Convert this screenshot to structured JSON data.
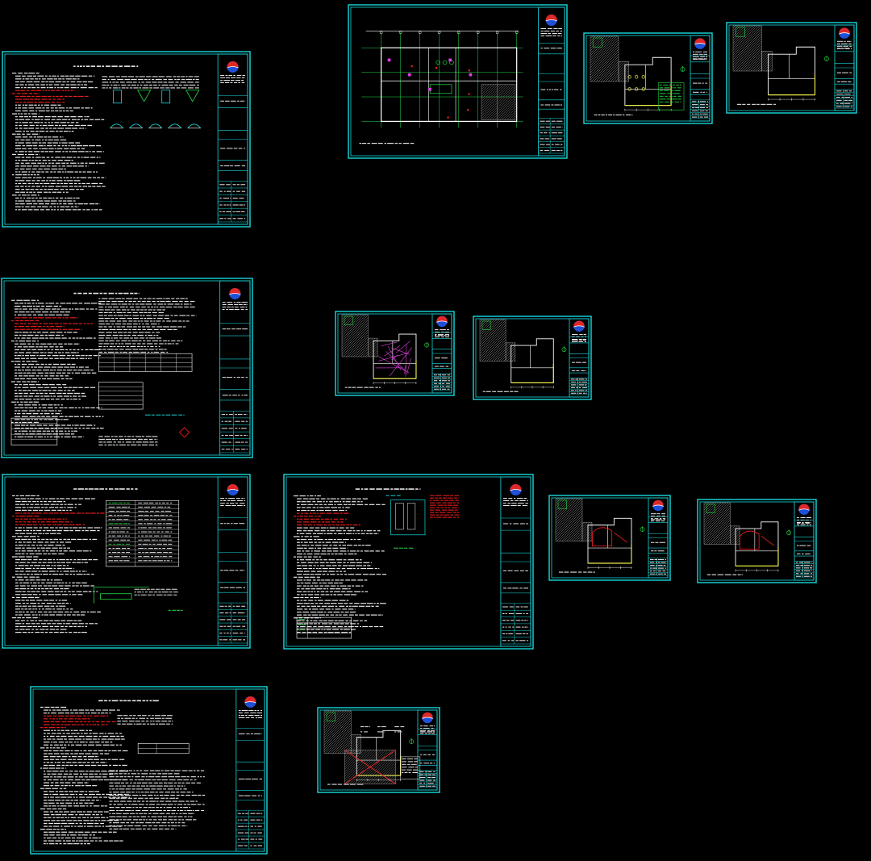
{
  "app": {
    "view": "cad-model-space",
    "background": "#000000"
  },
  "colors": {
    "frame": "#17d9dd",
    "text": "#ffffff",
    "red": "#ff2020",
    "green": "#22dd44",
    "yellow": "#e8e84a",
    "magenta": "#e040e0",
    "hatch": "#9a9a9a",
    "logo_red": "#e02828",
    "logo_blue": "#2050d8"
  },
  "sheets": [
    {
      "id": "general-notes-1",
      "kind": "notes",
      "variant": "A"
    },
    {
      "id": "general-notes-2",
      "kind": "notes",
      "variant": "B"
    },
    {
      "id": "general-notes-3",
      "kind": "notes",
      "variant": "C"
    },
    {
      "id": "general-notes-4",
      "kind": "notes",
      "variant": "D"
    },
    {
      "id": "general-notes-5",
      "kind": "notes",
      "variant": "E"
    },
    {
      "id": "site-plan-main",
      "kind": "main-plan"
    },
    {
      "id": "plan-small-1",
      "kind": "small-plan",
      "variant": "legend"
    },
    {
      "id": "plan-small-2",
      "kind": "small-plan",
      "variant": "plain"
    },
    {
      "id": "plan-small-3",
      "kind": "small-plan",
      "variant": "magenta"
    },
    {
      "id": "plan-small-4",
      "kind": "small-plan",
      "variant": "plain"
    },
    {
      "id": "plan-small-5",
      "kind": "small-plan",
      "variant": "red"
    },
    {
      "id": "plan-small-6",
      "kind": "small-plan",
      "variant": "red"
    },
    {
      "id": "plan-small-7",
      "kind": "small-plan",
      "variant": "roof"
    }
  ]
}
